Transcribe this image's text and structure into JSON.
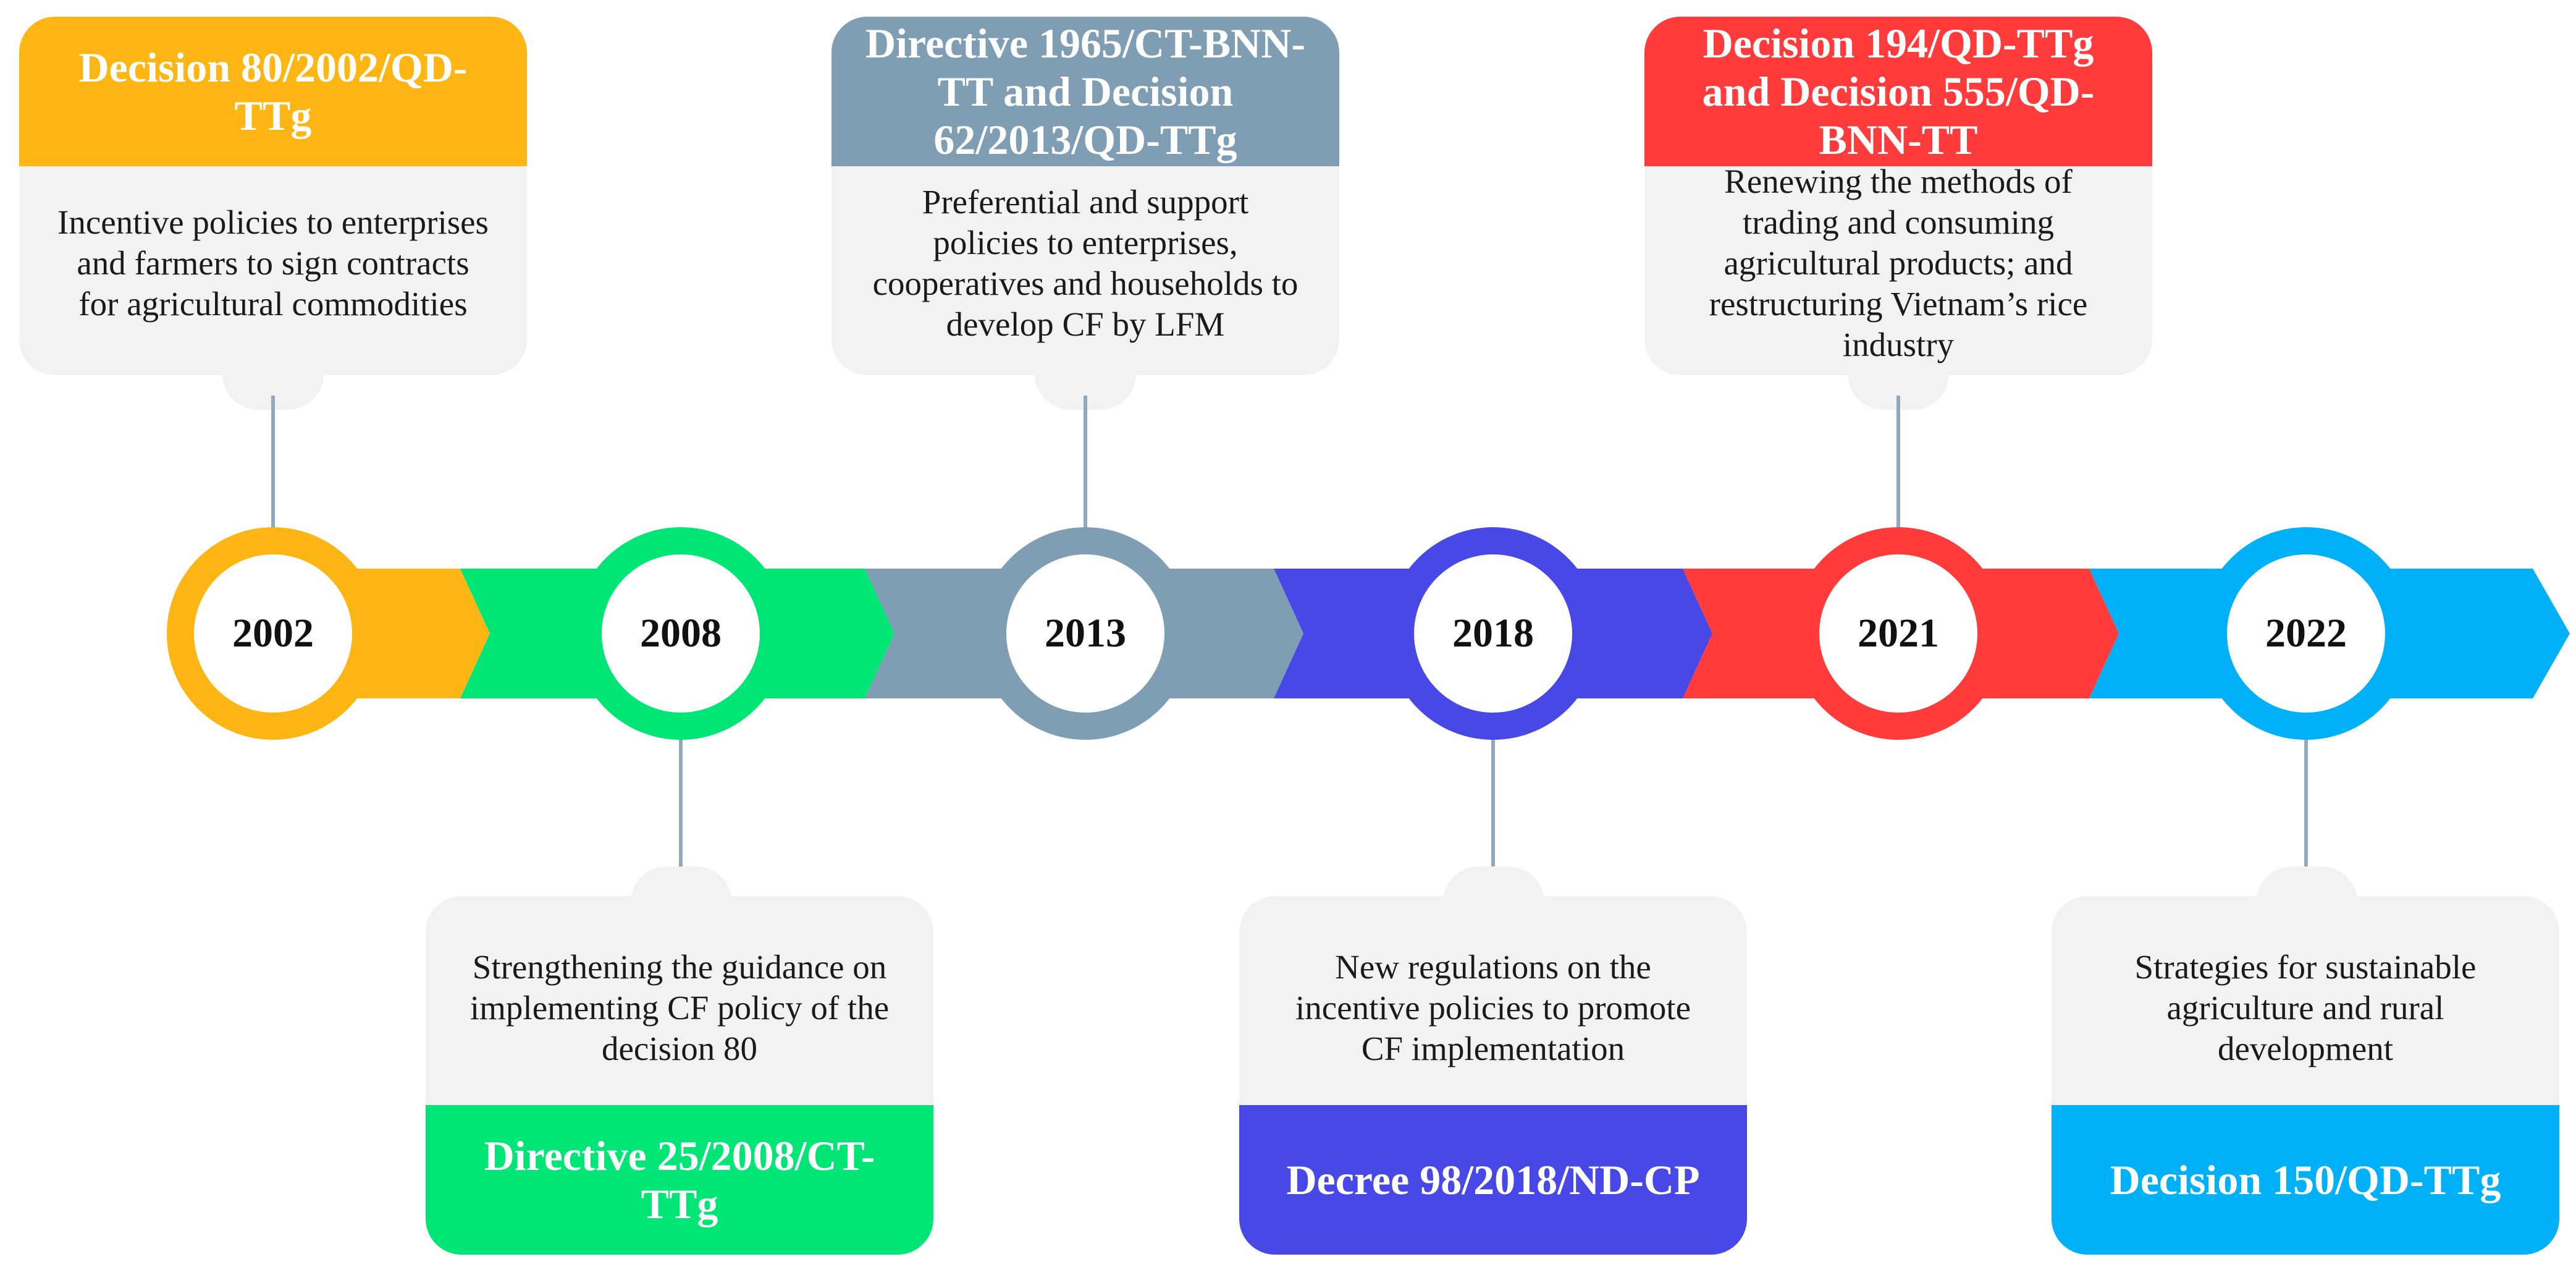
{
  "colors": {
    "yellow": "#FDB614",
    "green": "#00E676",
    "slate": "#7F9DB3",
    "indigo": "#4848E6",
    "red": "#FF3B3B",
    "sky": "#00B0F8",
    "card_bg": "#F2F2F2",
    "connector": "#90A9BB"
  },
  "timeline": [
    {
      "year": "2002",
      "color": "#FDB614",
      "title": "Decision 80/2002/QD-TTg",
      "description": "Incentive policies to enterprises and farmers to sign contracts for agricultural commodities",
      "position": "top"
    },
    {
      "year": "2008",
      "color": "#00E676",
      "title": "Directive 25/2008/CT-TTg",
      "description": "Strengthening the guidance on implementing CF policy of the decision 80",
      "position": "bottom"
    },
    {
      "year": "2013",
      "color": "#7F9DB3",
      "title": "Directive 1965/CT-BNN-TT and Decision 62/2013/QD-TTg",
      "description": "Preferential and support policies to enterprises, cooperatives and households to develop CF by LFM",
      "position": "top"
    },
    {
      "year": "2018",
      "color": "#4848E6",
      "title": "Decree 98/2018/ND-CP",
      "description": "New regulations on the incentive policies to promote CF implementation",
      "position": "bottom"
    },
    {
      "year": "2021",
      "color": "#FF3B3B",
      "title": "Decision 194/QD-TTg and Decision 555/QD-BNN-TT",
      "description": "Renewing the methods of trading and consuming agricultural products; and restructuring Vietnam’s rice industry",
      "position": "top"
    },
    {
      "year": "2022",
      "color": "#00B0F8",
      "title": "Decision 150/QD-TTg",
      "description": "Strategies for sustainable agriculture and rural development",
      "position": "bottom"
    }
  ]
}
